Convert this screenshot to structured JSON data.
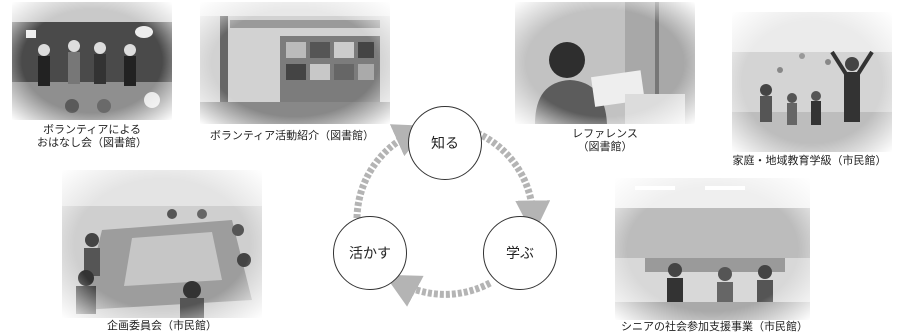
{
  "photos": [
    {
      "caption_lines": [
        "ボランティアによる",
        "おはなし会（図書館）"
      ]
    },
    {
      "caption_lines": [
        "ボランティア活動紹介（図書館）"
      ]
    },
    {
      "caption_lines": [
        "レファレンス",
        "（図書館）"
      ]
    },
    {
      "caption_lines": [
        "家庭・地域教育学級（市民館）"
      ]
    },
    {
      "caption_lines": [
        "企画委員会（市民館）"
      ]
    },
    {
      "caption_lines": [
        "シニアの社会参加支援事業（市民館）"
      ]
    }
  ],
  "cycle": {
    "nodes": [
      "知る",
      "学ぶ",
      "活かす"
    ],
    "arrow_color": "#b4b4b4"
  }
}
